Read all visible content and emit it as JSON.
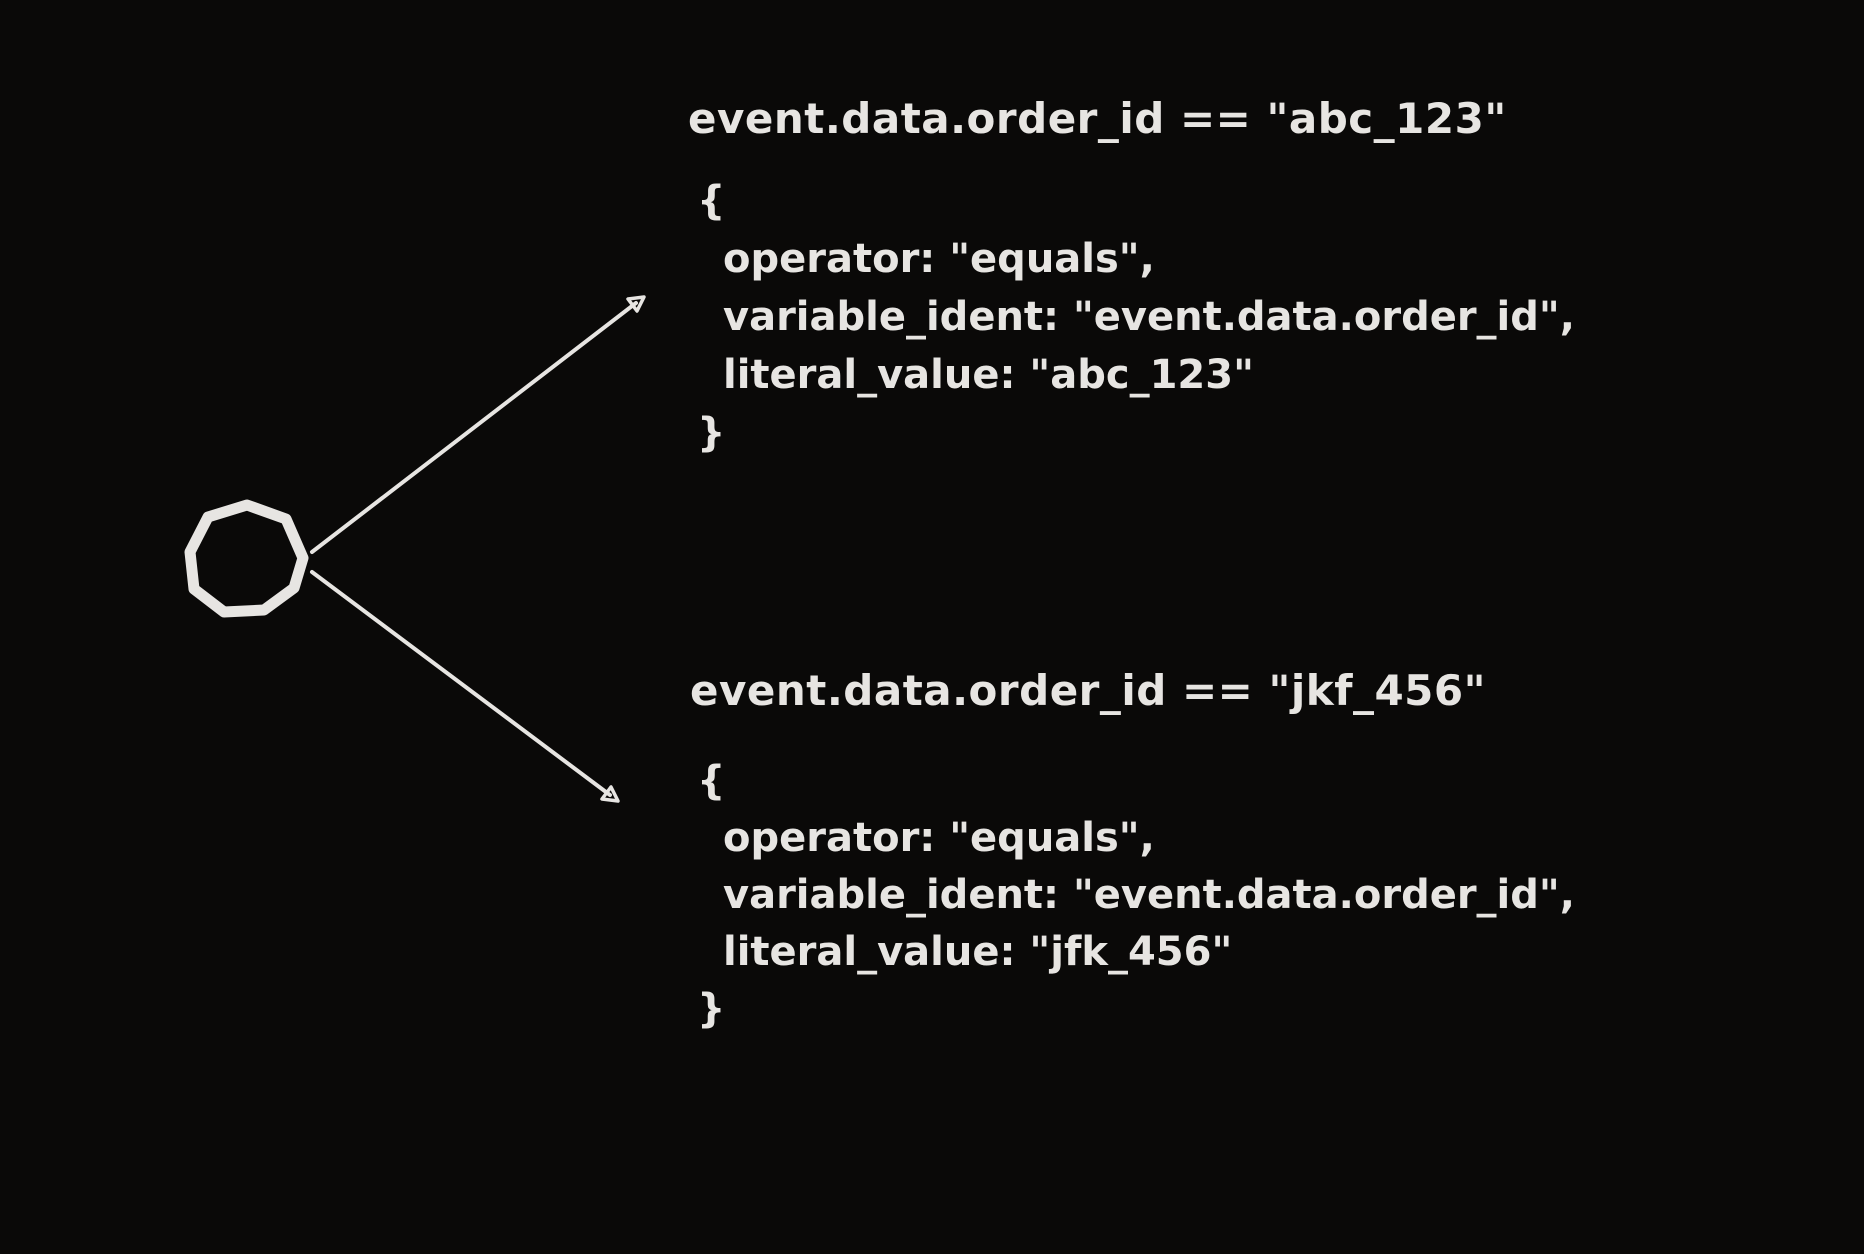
{
  "colors": {
    "background": "#0a0908",
    "ink": "#e7e5e2"
  },
  "diagram": {
    "node": {
      "shape": "hand-drawn-circle",
      "label": ""
    },
    "branches": [
      {
        "title": "event.data.order_id == \"abc_123\"",
        "code": [
          "{",
          "operator: \"equals\",",
          "variable_ident: \"event.data.order_id\",",
          "literal_value: \"abc_123\"",
          "}"
        ]
      },
      {
        "title": "event.data.order_id == \"jkf_456\"",
        "code": [
          "{",
          "operator: \"equals\",",
          "variable_ident: \"event.data.order_id\",",
          "literal_value: \"jfk_456\"",
          "}"
        ]
      }
    ]
  }
}
